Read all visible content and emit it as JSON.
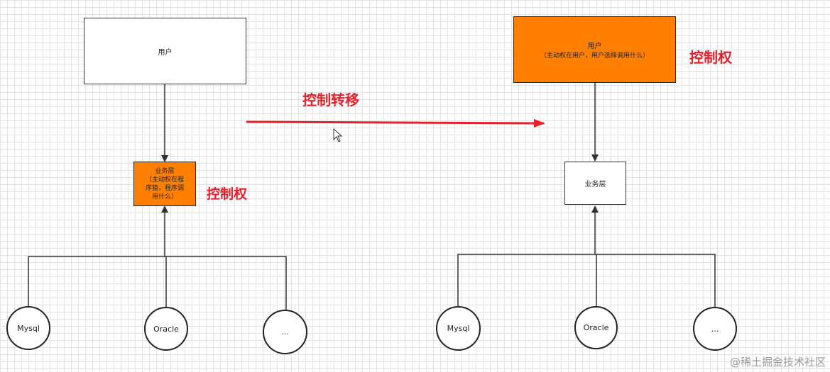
{
  "left": {
    "user_box": {
      "label": "用户"
    },
    "service_box": {
      "line1": "业务层",
      "line2": "（主动权在程",
      "line3": "序猿，程序调",
      "line4": "用什么）"
    },
    "control_label": "控制权",
    "db_nodes": [
      "Mysql",
      "Oracle",
      "..."
    ]
  },
  "arrow": {
    "label": "控制转移"
  },
  "right": {
    "user_box": {
      "line1": "用户",
      "line2": "（主动权在用户，用户选择调用什么）"
    },
    "service_box": {
      "label": "业务层"
    },
    "control_label": "控制权",
    "db_nodes": [
      "Mysql",
      "Oracle",
      "..."
    ]
  },
  "watermark": "@稀土掘金技术社区",
  "colors": {
    "accent_orange": "#ff8000",
    "red": "#e5202b",
    "line": "#333333"
  }
}
